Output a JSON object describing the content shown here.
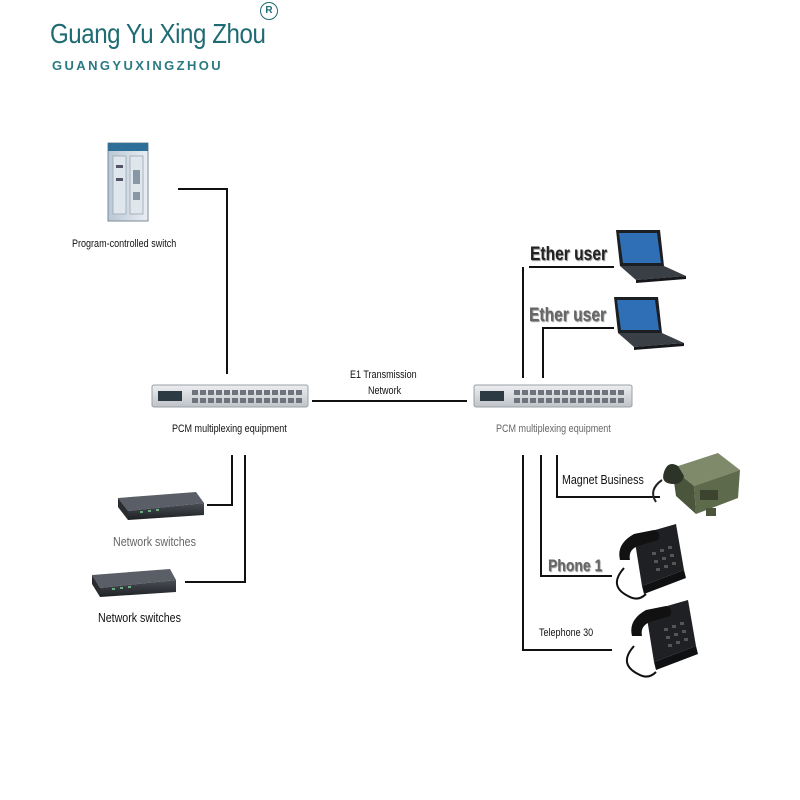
{
  "brand": {
    "title": "Guang Yu Xing Zhou",
    "subtitle": "GUANGYUXINGZHOU",
    "registered_mark": "R",
    "color": "#1f6b73"
  },
  "nodes": {
    "program_switch": {
      "label": "Program-controlled switch",
      "icon": "server-cabinet-icon"
    },
    "pcm_left": {
      "label": "PCM multiplexing equipment",
      "icon": "pcm-rack-icon"
    },
    "pcm_right": {
      "label": "PCM multiplexing equipment",
      "icon": "pcm-rack-icon"
    },
    "network_switch_1": {
      "label": "Network switches",
      "icon": "network-switch-icon"
    },
    "network_switch_2": {
      "label": "Network switches",
      "icon": "network-switch-icon"
    },
    "ether_user_1": {
      "label": "Ether user",
      "icon": "laptop-icon"
    },
    "ether_user_2": {
      "label": "Ether user",
      "icon": "laptop-icon"
    },
    "magnet_business": {
      "label": "Magnet Business",
      "icon": "field-telephone-icon"
    },
    "phone_1": {
      "label": "Phone 1",
      "icon": "desk-phone-icon"
    },
    "telephone_30": {
      "label": "Telephone 30",
      "icon": "desk-phone-icon"
    }
  },
  "links": {
    "e1_line1": "E1 Transmission",
    "e1_line2": "Network"
  },
  "colors": {
    "line": "#111111",
    "device_dark": "#2b2e33",
    "device_light": "#d9dbde"
  }
}
